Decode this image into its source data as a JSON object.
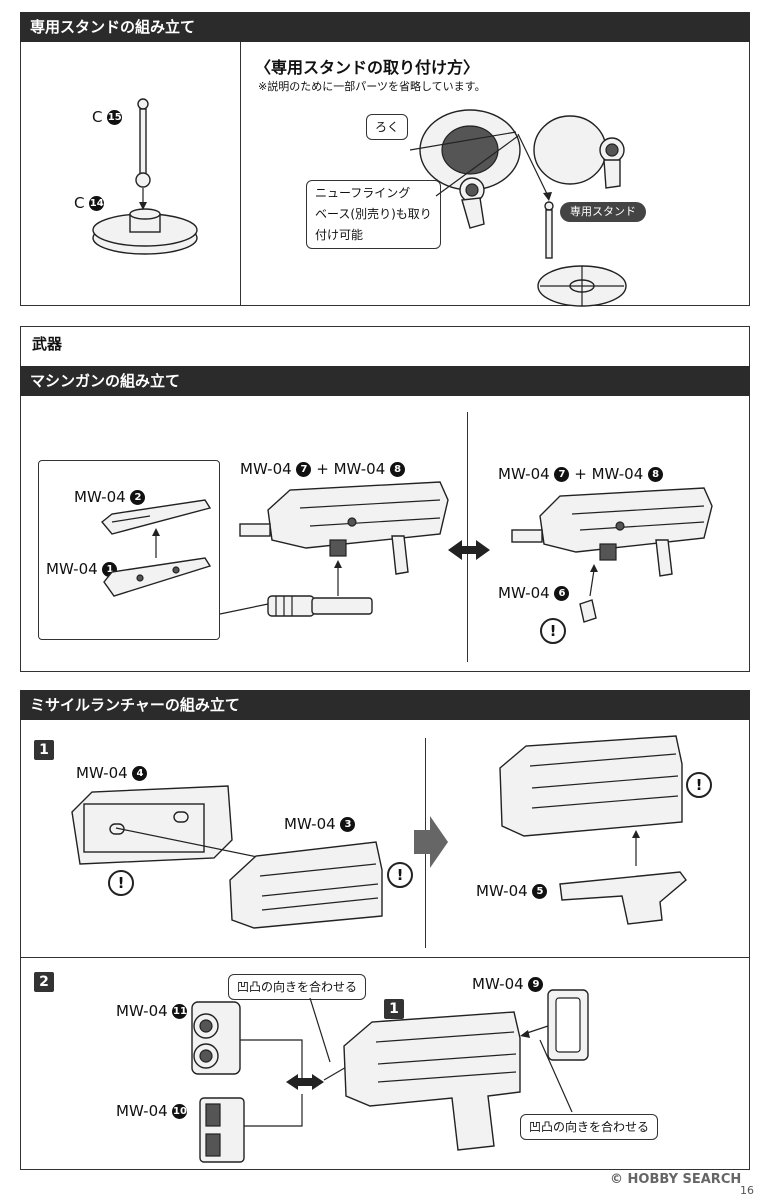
{
  "sections": {
    "stand": {
      "title": "専用スタンドの組み立て",
      "part_top": {
        "prefix": "C",
        "num": "15"
      },
      "part_base": {
        "prefix": "C",
        "num": "14"
      },
      "mount_heading": "〈専用スタンドの取り付け方〉",
      "mount_note": "※説明のために一部パーツを省略しています。",
      "label_roku": "ろく",
      "callout_lines": [
        "ニューフライング",
        "ベース(別売り)も取り",
        "付け可能"
      ],
      "label_stand": "専用スタンド"
    },
    "weapon": {
      "title": "武器"
    },
    "machinegun": {
      "title": "マシンガンの組み立て",
      "left_top": {
        "prefix": "MW-04",
        "num": "2"
      },
      "left_bottom": {
        "prefix": "MW-04",
        "num": "1"
      },
      "center_combo": {
        "a": "MW-04",
        "an": "7",
        "plus": "+",
        "b": "MW-04",
        "bn": "8"
      },
      "right_combo": {
        "a": "MW-04",
        "an": "7",
        "plus": "+",
        "b": "MW-04",
        "bn": "8"
      },
      "right_part": {
        "prefix": "MW-04",
        "num": "6"
      },
      "excl": "!"
    },
    "missile": {
      "title": "ミサイルランチャーの組み立て",
      "step1": "1",
      "step2": "2",
      "s1_part4": {
        "prefix": "MW-04",
        "num": "4"
      },
      "s1_part3": {
        "prefix": "MW-04",
        "num": "3"
      },
      "s1_part5": {
        "prefix": "MW-04",
        "num": "5"
      },
      "s2_part11": {
        "prefix": "MW-04",
        "num": "11"
      },
      "s2_part10": {
        "prefix": "MW-04",
        "num": "10"
      },
      "s2_part9": {
        "prefix": "MW-04",
        "num": "9"
      },
      "s2_ref": "1",
      "align_note_top": "凹凸の向きを合わせる",
      "align_note_bottom": "凹凸の向きを合わせる",
      "excl": "!"
    }
  },
  "footer": {
    "watermark": "© HOBBY SEARCH",
    "page": "16"
  }
}
